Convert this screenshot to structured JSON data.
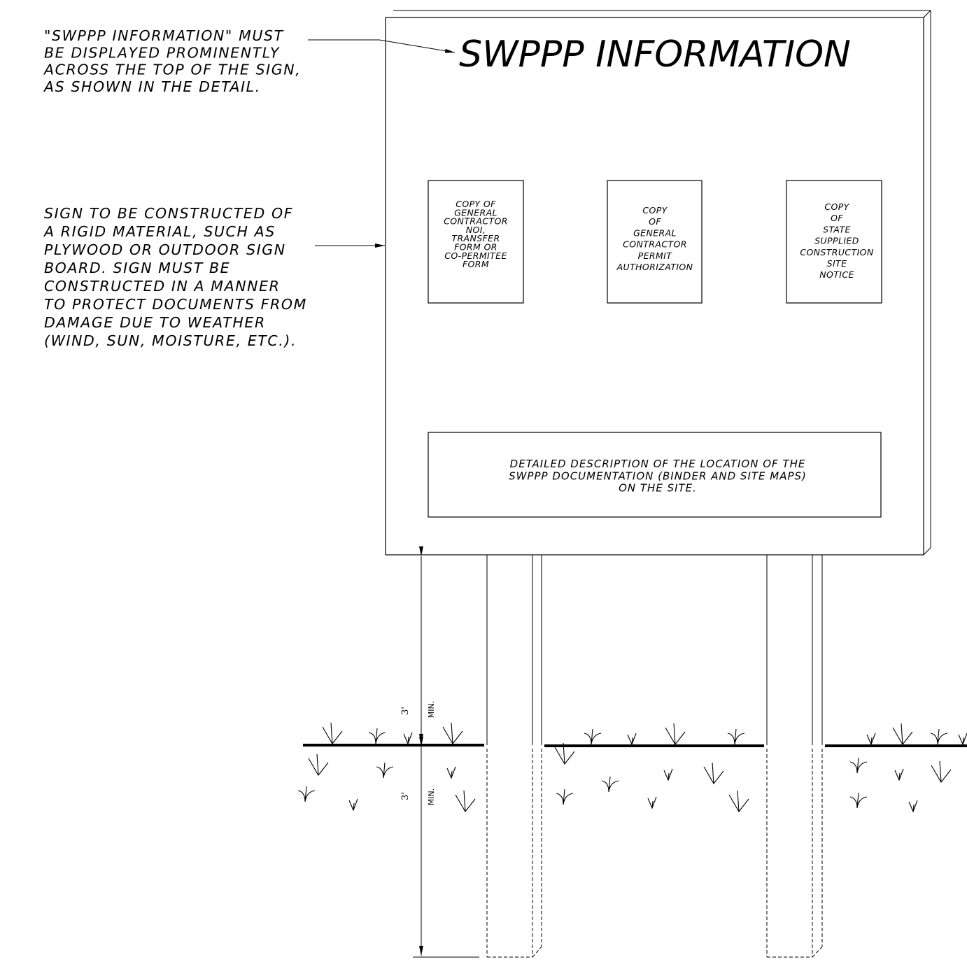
{
  "sign": {
    "title": "SWPPP INFORMATION",
    "boxes": [
      {
        "lines": [
          "COPY OF",
          "GENERAL",
          "CONTRACTOR",
          "NOI,",
          "TRANSFER",
          "FORM OR",
          "CO-PERMITEE",
          "FORM"
        ]
      },
      {
        "lines": [
          "COPY",
          "OF",
          "GENERAL",
          "CONTRACTOR",
          "PERMIT",
          "AUTHORIZATION"
        ]
      },
      {
        "lines": [
          "COPY",
          "OF",
          "STATE",
          "SUPPLIED",
          "CONSTRUCTION",
          "SITE",
          "NOTICE"
        ]
      }
    ],
    "panel": {
      "lines": [
        "DETAILED DESCRIPTION OF THE LOCATION OF THE",
        "SWPPP DOCUMENTATION (BINDER AND SITE MAPS)",
        "ON THE SITE."
      ]
    }
  },
  "notes": {
    "top": {
      "lines": [
        "\"SWPPP INFORMATION\" MUST",
        "BE DISPLAYED PROMINENTLY",
        "ACROSS THE TOP OF THE SIGN,",
        "AS SHOWN IN THE DETAIL."
      ]
    },
    "side": {
      "lines": [
        "SIGN TO BE CONSTRUCTED OF",
        "A RIGID MATERIAL, SUCH AS",
        "PLYWOOD OR OUTDOOR SIGN",
        "BOARD. SIGN MUST BE",
        "CONSTRUCTED IN A MANNER",
        "TO PROTECT DOCUMENTS FROM",
        "DAMAGE DUE TO WEATHER",
        "(WIND, SUN, MOISTURE, ETC.)."
      ]
    }
  },
  "dimensions": {
    "above_ground": {
      "value": "3'",
      "qualifier": "MIN."
    },
    "below_ground": {
      "value": "3'",
      "qualifier": "MIN."
    }
  }
}
